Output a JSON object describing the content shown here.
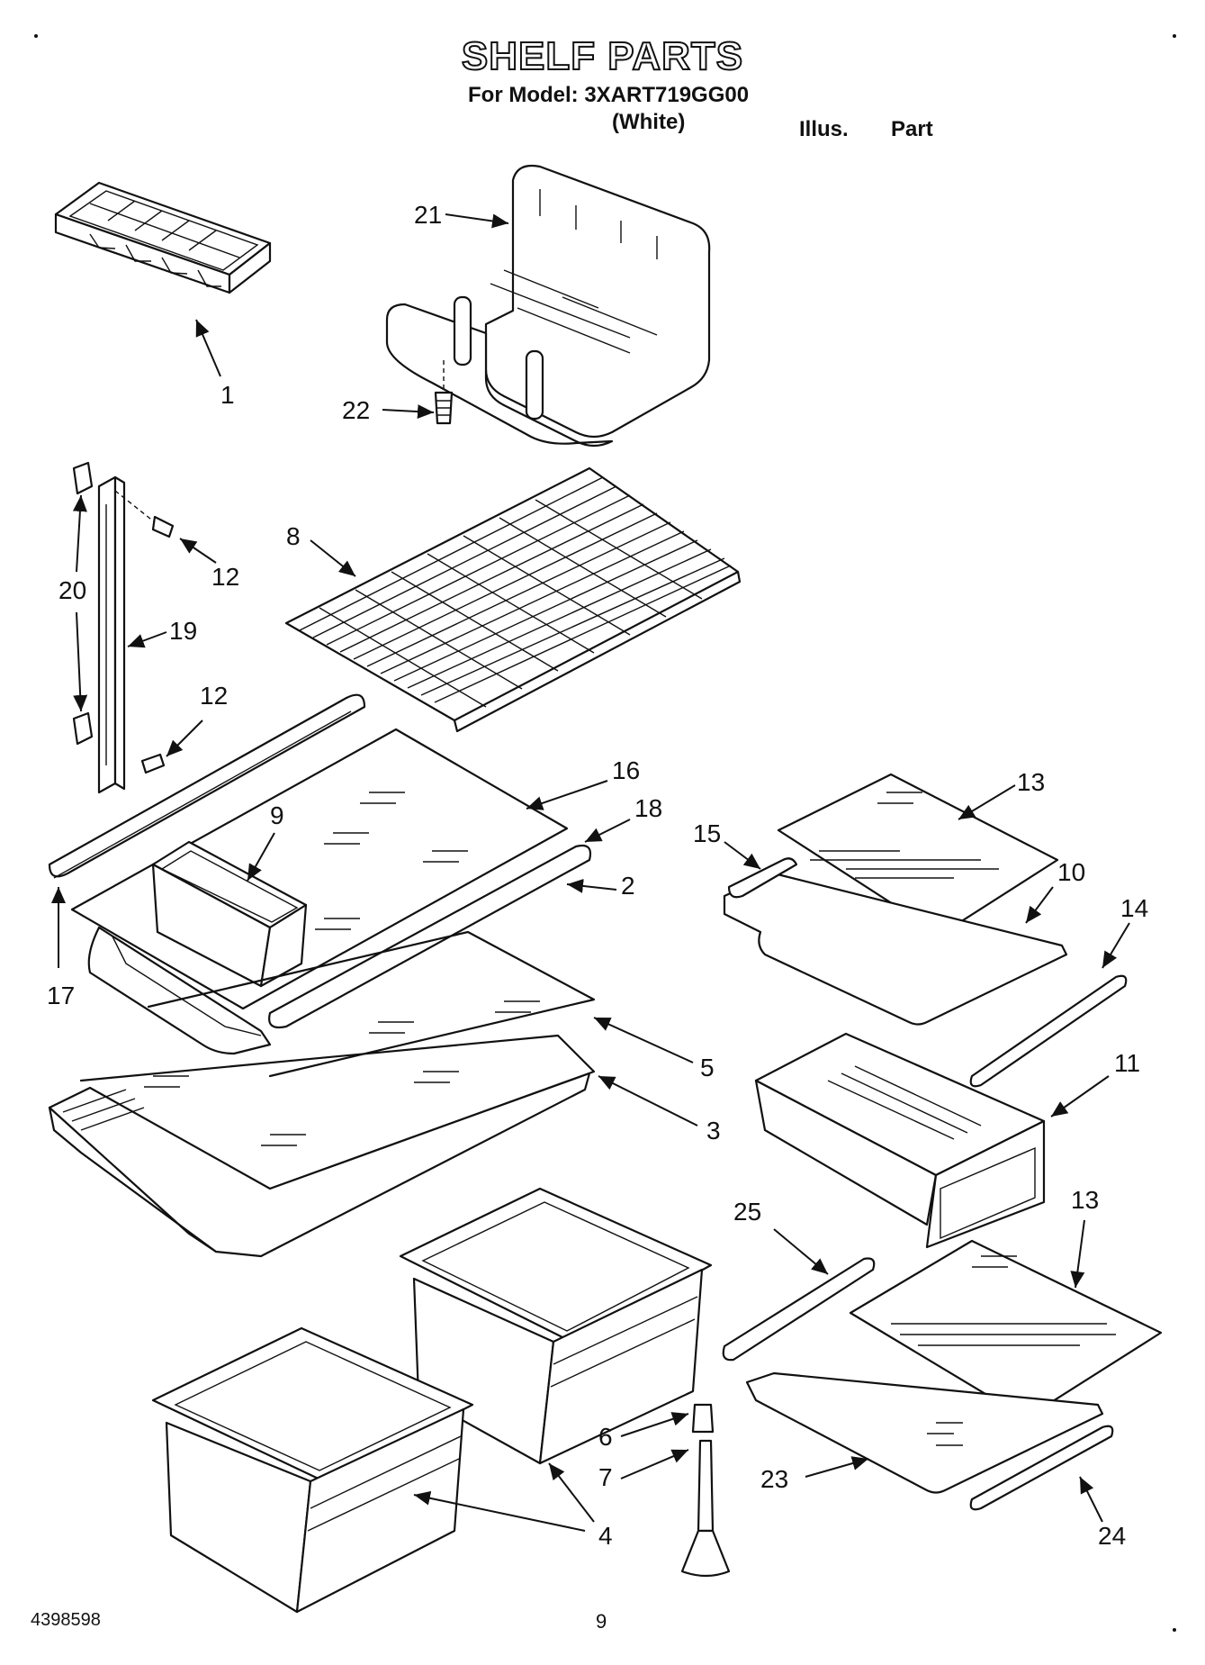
{
  "header": {
    "title": "SHELF PARTS",
    "model": "For Model: 3XART719GG00",
    "color": "(White)",
    "col_illus": "Illus.",
    "col_part": "Part"
  },
  "footer": {
    "doc_number": "4398598",
    "page_number": "9"
  },
  "callouts": [
    "1",
    "21",
    "22",
    "8",
    "12",
    "20",
    "19",
    "12",
    "16",
    "18",
    "9",
    "2",
    "17",
    "5",
    "3",
    "13",
    "15",
    "10",
    "14",
    "11",
    "25",
    "13",
    "6",
    "7",
    "4",
    "23",
    "24"
  ]
}
